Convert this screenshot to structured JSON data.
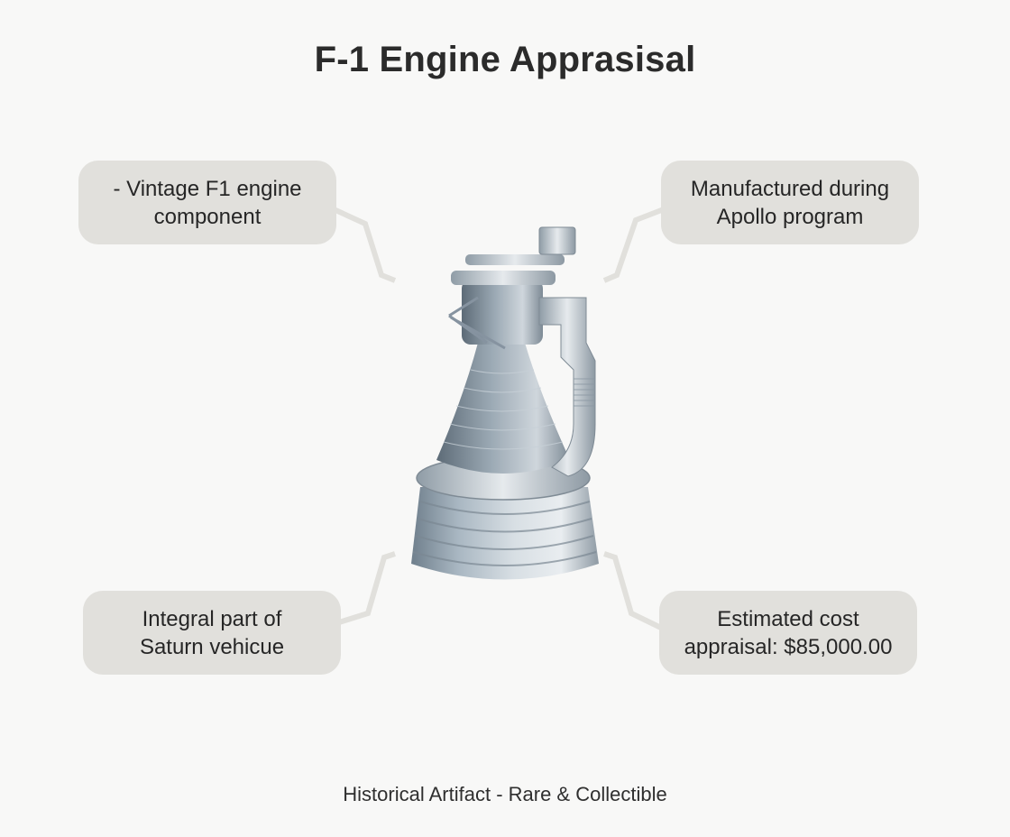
{
  "header": {
    "title": "F-1 Engine Apprasisal"
  },
  "callouts": {
    "top_left": {
      "line1": "- Vintage F1 engine",
      "line2": "component"
    },
    "top_right": {
      "line1": "Manufactured during",
      "line2": "Apollo program"
    },
    "bottom_left": {
      "line1": "Integral part of",
      "line2": "Saturn vehicue"
    },
    "bottom_right": {
      "line1": "Estimated cost",
      "line2": "appraisal: $85,000.00"
    }
  },
  "image": {
    "subject": "F-1 rocket engine illustration"
  },
  "footer": {
    "caption": "Historical Artifact - Rare & Collectible"
  },
  "colors": {
    "background": "#f8f8f7",
    "callout_fill": "#e1e0dc",
    "text": "#2a2a2a"
  }
}
